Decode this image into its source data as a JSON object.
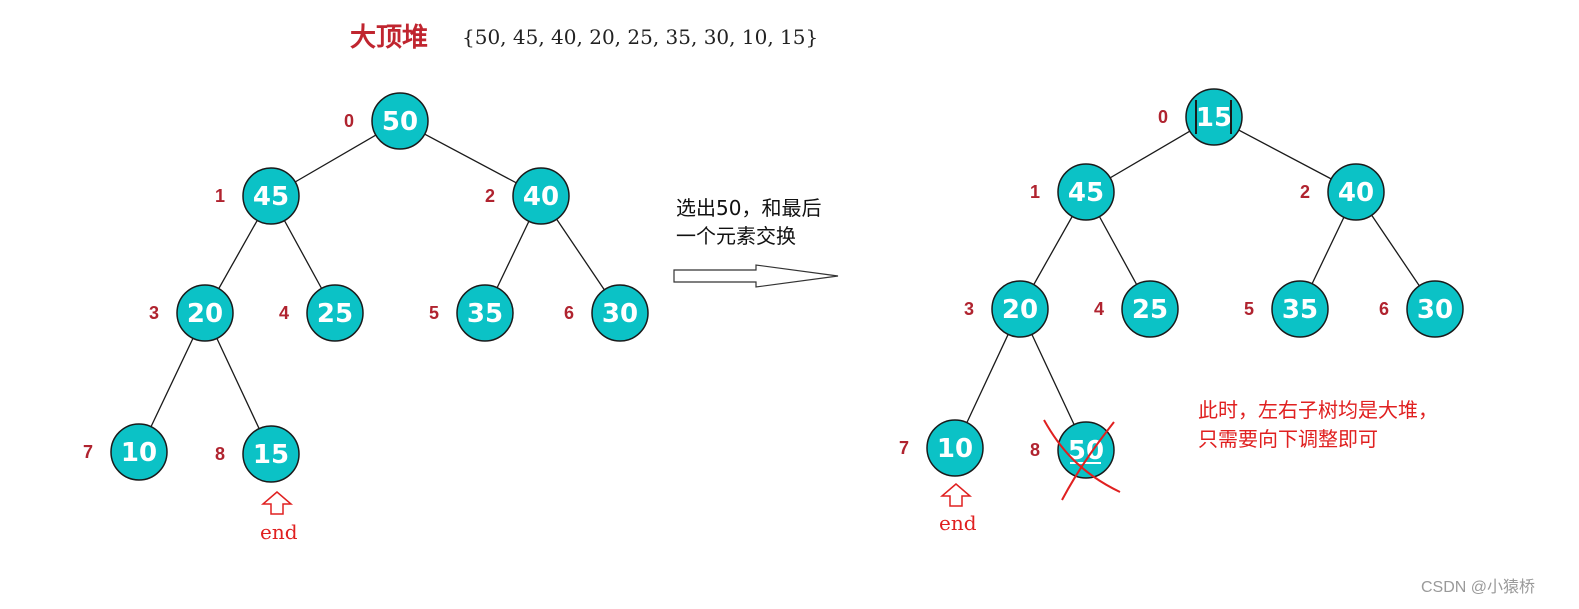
{
  "title": "大顶堆",
  "sequence": "{50, 45, 40, 20, 25, 35, 30, 10, 15}",
  "arrow_note": [
    "选出50，和最后",
    "一个元素交换"
  ],
  "right_note": [
    "此时，左右子树均是大堆，",
    "只需要向下调整即可"
  ],
  "end_label": "end",
  "watermark": "CSDN @小猿桥",
  "colors": {
    "node_fill": "#0bc2c6",
    "index": "#b0232f",
    "annotation": "#e02020"
  },
  "left_tree": [
    {
      "index": "0",
      "value": "50"
    },
    {
      "index": "1",
      "value": "45"
    },
    {
      "index": "2",
      "value": "40"
    },
    {
      "index": "3",
      "value": "20"
    },
    {
      "index": "4",
      "value": "25"
    },
    {
      "index": "5",
      "value": "35"
    },
    {
      "index": "6",
      "value": "30"
    },
    {
      "index": "7",
      "value": "10"
    },
    {
      "index": "8",
      "value": "15"
    }
  ],
  "right_tree": [
    {
      "index": "0",
      "value": "15"
    },
    {
      "index": "1",
      "value": "45"
    },
    {
      "index": "2",
      "value": "40"
    },
    {
      "index": "3",
      "value": "20"
    },
    {
      "index": "4",
      "value": "25"
    },
    {
      "index": "5",
      "value": "35"
    },
    {
      "index": "6",
      "value": "30"
    },
    {
      "index": "7",
      "value": "10"
    },
    {
      "index": "8",
      "value": "50"
    }
  ]
}
